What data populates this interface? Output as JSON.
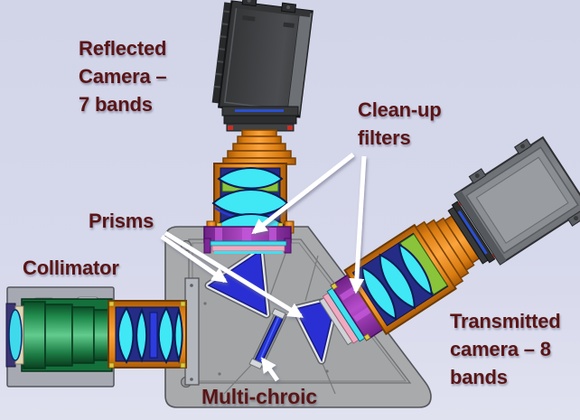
{
  "labels": {
    "reflected_camera": "Reflected\nCamera –\n7 bands",
    "cleanup_filters": "Clean-up\nfilters",
    "prisms": "Prisms",
    "collimator": "Collimator",
    "transmitted_camera": "Transmitted\ncamera – 8\nbands",
    "multi_chroic": "Multi-chroic"
  },
  "annotations": {
    "arrows": [
      {
        "from": "prisms",
        "to": "prism-1"
      },
      {
        "from": "prisms",
        "to": "prism-2"
      },
      {
        "from": "cleanup_filters",
        "to": "reflected-camera-cleanup-filter"
      },
      {
        "from": "cleanup_filters",
        "to": "transmitted-camera-cleanup-filter"
      },
      {
        "from": "multi_chroic",
        "to": "multichroic-element"
      }
    ]
  },
  "colors": {
    "background_top": "#d2d4e8",
    "background_bottom": "#e0e2f0",
    "label_text": "#5a1515",
    "arrow": "#ffffff",
    "base_plate": "#a8aaac",
    "prism_blue": "#2a2fd4",
    "multichroic_blue": "#2433d6",
    "lens_cyan": "#3fe4f2",
    "barrel_orange": "#f08a1d",
    "collimator_green": "#1f8c4d",
    "filter_purple": "#8a2ba6",
    "filter_pink": "#efaac0",
    "camera_dark_gray": "#3f4143",
    "camera_light_gray": "#7d8084"
  }
}
